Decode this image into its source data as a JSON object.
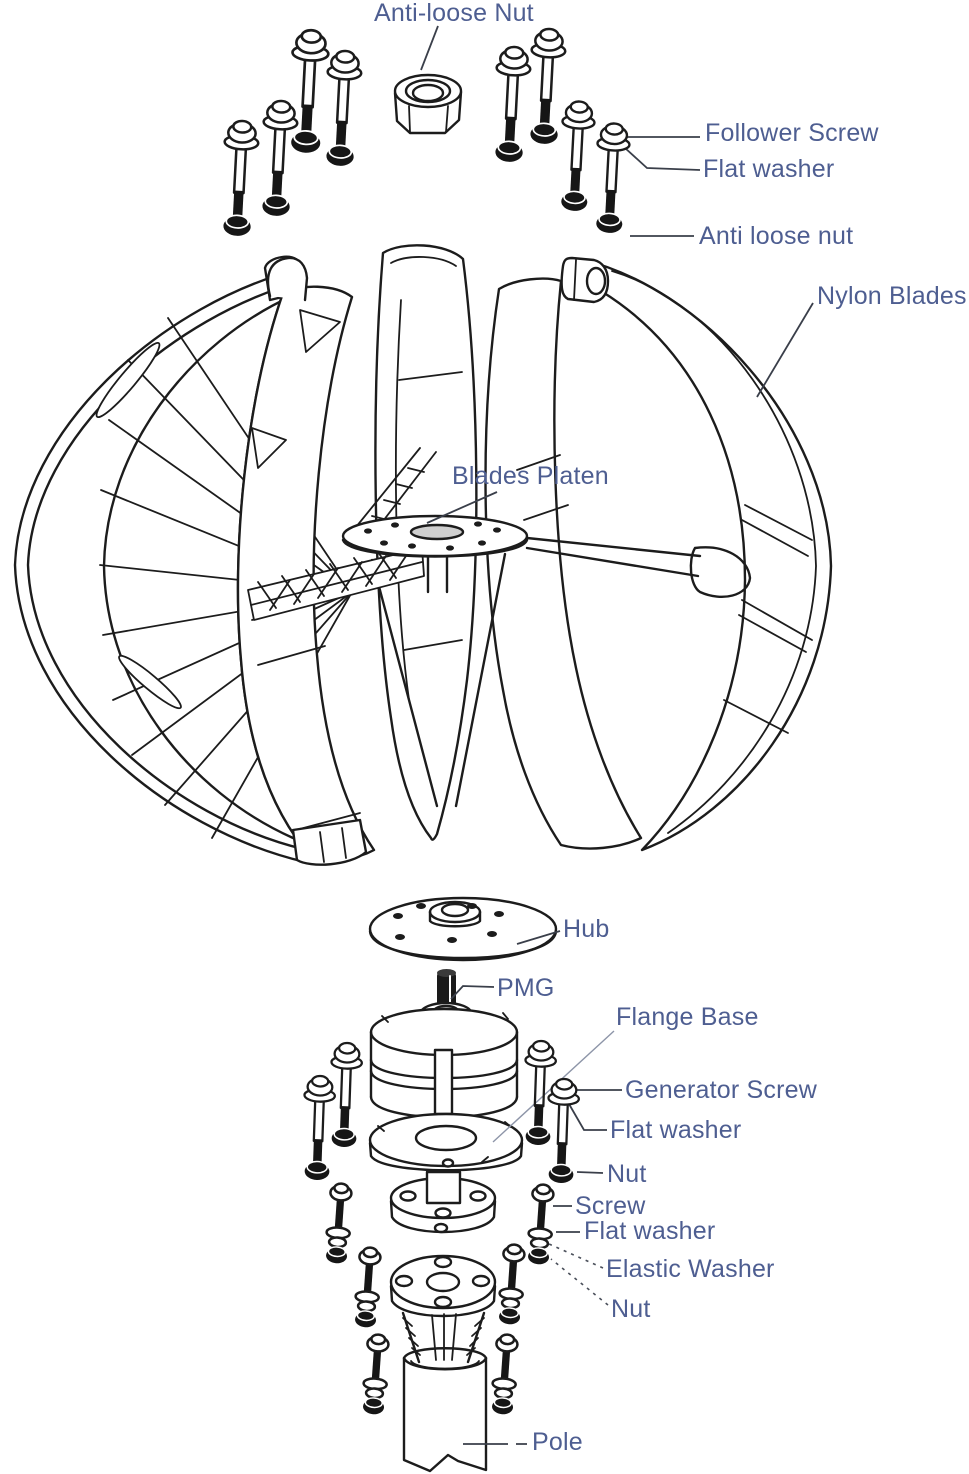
{
  "diagram": {
    "title": "Vertical axis wind turbine exploded parts diagram",
    "colors": {
      "label": "#4e5e91",
      "line": "#1c1c1c",
      "background": "#ffffff"
    },
    "labels": {
      "anti_loose_nut_top": "Anti-loose Nut",
      "follower_screw": "Follower Screw",
      "flat_washer_top": "Flat washer",
      "anti_loose_nut_right": "Anti loose nut",
      "nylon_blades": "Nylon Blades",
      "blades_platen": "Blades Platen",
      "hub": "Hub",
      "pmg": "PMG",
      "flange_base": "Flange Base",
      "generator_screw": "Generator Screw",
      "flat_washer_mid": "Flat washer",
      "nut_mid": "Nut",
      "screw": "Screw",
      "flat_washer_low": "Flat washer",
      "elastic_washer": "Elastic Washer",
      "nut_low": "Nut",
      "pole": "Pole"
    }
  }
}
